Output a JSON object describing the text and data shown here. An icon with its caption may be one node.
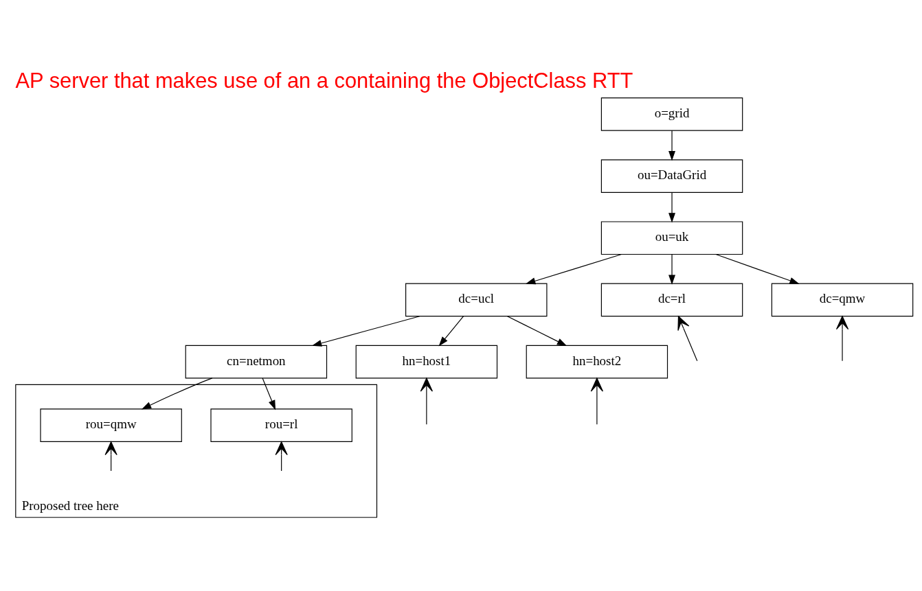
{
  "diagram": {
    "title": "AP server that makes use of an a containing the ObjectClass RTT",
    "nodes": [
      {
        "text": [
          "o=grid"
        ]
      },
      {
        "text": [
          "ou=DataGrid"
        ]
      },
      {
        "text": [
          "ou=uk"
        ]
      },
      {
        "text": [
          "dc=ucl"
        ]
      },
      {
        "text": [
          "dc=rl"
        ]
      },
      {
        "text": [
          "dc=qmw"
        ]
      },
      {
        "text": [
          "cn=netmon"
        ]
      },
      {
        "text": [
          "hn=host1"
        ]
      },
      {
        "text": [
          "hn=host2"
        ]
      },
      {
        "text": [
          "Proposed tree here"
        ]
      },
      {
        "text": [
          "rou=rl"
        ],
        "in": 9
      },
      {
        "text": [
          "rou=qmw"
        ],
        "in": 9
      }
    ],
    "edges": [
      {
        "from": 0,
        "to": 1,
        "arrow": "to"
      },
      {
        "from": 1,
        "to": 2,
        "arrow": "to"
      },
      {
        "from": 2,
        "to": 3,
        "arrow": "to"
      },
      {
        "from": 2,
        "to": 4,
        "arrow": "to"
      },
      {
        "from": 2,
        "to": 5,
        "arrow": "to"
      },
      {
        "from": 3,
        "to": 6,
        "arrow": "to"
      },
      {
        "from": 3,
        "to": 7,
        "arrow": "to"
      },
      {
        "from": 3,
        "to": 8,
        "arrow": "to"
      },
      {
        "from": 6,
        "to": 10,
        "arrow": "to"
      },
      {
        "from": 6,
        "to": 11,
        "arrow": "to"
      },
      {
        "from": null,
        "to": 4,
        "arrow": "to"
      },
      {
        "from": null,
        "to": 5,
        "arrow": "to"
      },
      {
        "from": null,
        "to": 7,
        "arrow": "to"
      },
      {
        "from": null,
        "to": 8,
        "arrow": "to"
      },
      {
        "from": null,
        "to": 10,
        "arrow": "to"
      },
      {
        "from": null,
        "to": 11,
        "arrow": "to"
      }
    ]
  }
}
